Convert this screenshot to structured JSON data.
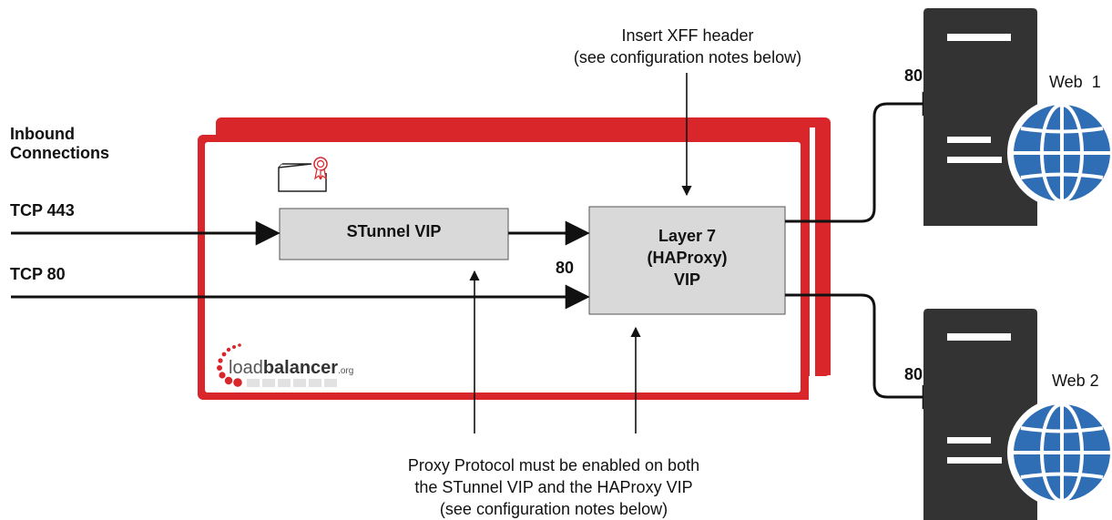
{
  "labels": {
    "inbound_line1": "Inbound",
    "inbound_line2": "Connections",
    "tcp443": "TCP 443",
    "tcp80": "TCP 80",
    "stunnel": "STunnel VIP",
    "layer7_line1": "Layer 7",
    "layer7_line2": "(HAProxy)",
    "layer7_line3": "VIP",
    "port_80_internal": "80",
    "port_80_web1": "80",
    "port_80_web2": "80",
    "web1": "Web  1",
    "web2": "Web 2",
    "xff_line1": "Insert XFF header",
    "xff_line2": "(see configuration notes below)",
    "proxy_line1": "Proxy Protocol must be enabled on both",
    "proxy_line2": "the STunnel VIP and the HAProxy VIP",
    "proxy_line3": "(see configuration notes below)",
    "logo_load": "load",
    "logo_balancer": "balancer",
    "logo_org": ".org"
  },
  "colors": {
    "appliance_red": "#d9262b",
    "box_fill": "#d9d9d9",
    "server_dark": "#333333",
    "globe_blue": "#2f6db5",
    "line": "#111111"
  },
  "icons": [
    "certificate-icon",
    "server-icon",
    "globe-icon",
    "loadbalancer-logo"
  ]
}
